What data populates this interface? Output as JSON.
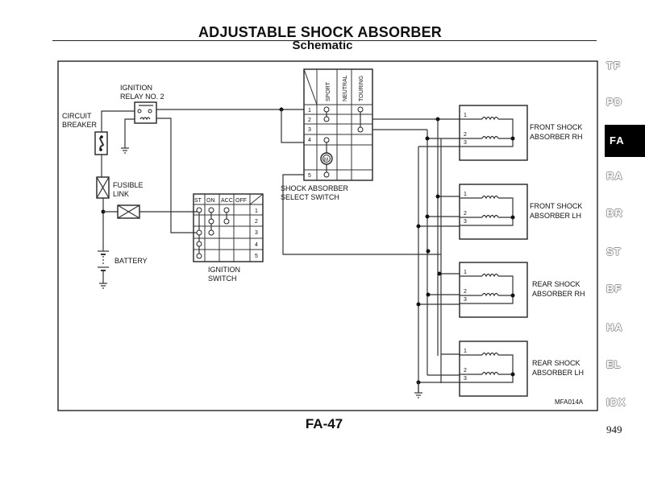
{
  "header": {
    "title": "ADJUSTABLE SHOCK ABSORBER",
    "subtitle": "Schematic"
  },
  "footer": {
    "page_code": "FA-47",
    "book_page": "949",
    "figure_id": "MFA014A"
  },
  "side_tabs": [
    {
      "label": "TF",
      "active": false
    },
    {
      "label": "PD",
      "active": false
    },
    {
      "label": "FA",
      "active": true
    },
    {
      "label": "RA",
      "active": false
    },
    {
      "label": "BR",
      "active": false
    },
    {
      "label": "ST",
      "active": false
    },
    {
      "label": "BF",
      "active": false
    },
    {
      "label": "HA",
      "active": false
    },
    {
      "label": "EL",
      "active": false
    },
    {
      "label": "IDX",
      "active": false
    }
  ],
  "components": {
    "ignition_relay": {
      "line1": "IGNITION",
      "line2": "RELAY NO. 2"
    },
    "circuit_breaker": {
      "line1": "CIRCUIT",
      "line2": "BREAKER"
    },
    "fusible_link": {
      "line1": "FUSIBLE",
      "line2": "LINK"
    },
    "battery": {
      "label": "BATTERY"
    },
    "ignition_switch": {
      "line1": "IGNITION",
      "line2": "SWITCH",
      "columns": [
        "ST",
        "ON",
        "ACC",
        "OFF"
      ],
      "rows": [
        "1",
        "2",
        "3",
        "4",
        "5"
      ]
    },
    "select_switch": {
      "line1": "SHOCK ABSORBER",
      "line2": "SELECT SWITCH",
      "columns": [
        "SPORT",
        "NEUTRAL",
        "TOURING"
      ],
      "rows": [
        "1",
        "2",
        "3",
        "4",
        "5"
      ],
      "motor_symbol": "M"
    },
    "absorbers": [
      {
        "line1": "FRONT SHOCK",
        "line2": "ABSORBER RH",
        "pins": [
          "1",
          "2",
          "3"
        ]
      },
      {
        "line1": "FRONT SHOCK",
        "line2": "ABSORBER LH",
        "pins": [
          "1",
          "2",
          "3"
        ]
      },
      {
        "line1": "REAR SHOCK",
        "line2": "ABSORBER RH",
        "pins": [
          "1",
          "2",
          "3"
        ]
      },
      {
        "line1": "REAR SHOCK",
        "line2": "ABSORBER LH",
        "pins": [
          "1",
          "2",
          "3"
        ]
      }
    ]
  }
}
